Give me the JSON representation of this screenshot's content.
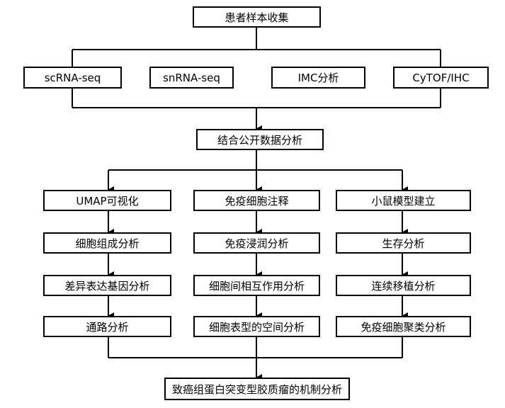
{
  "top": "患者样本收集",
  "methods": [
    "scRNA-seq",
    "snRNA-seq",
    "IMC分析",
    "CyTOF/IHC"
  ],
  "combine": "结合公开数据分析",
  "col1": [
    "UMAP可视化",
    "细胞组成分析",
    "差异表达基因分析",
    "通路分析"
  ],
  "col2": [
    "免疫细胞注释",
    "免疫浸润分析",
    "细胞间相互作用分析",
    "细胞表型的空间分析"
  ],
  "col3": [
    "小鼠模型建立",
    "生存分析",
    "连续移植分析",
    "免疫细胞聚类分析"
  ],
  "bottom": "致癌组蛋白突变型胶质瘤的机制分析"
}
